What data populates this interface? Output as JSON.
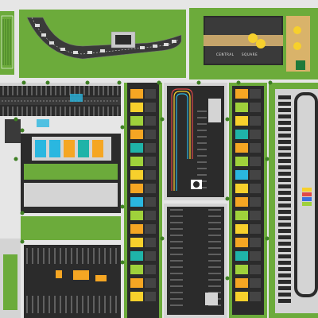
{
  "colors": {
    "background": "#e6e6e6",
    "grass": "#6cab3b",
    "grass_dark": "#4f8a2a",
    "asphalt": "#2b2b2b",
    "asphalt_light": "#3a3a3a",
    "concrete": "#d4d4d4",
    "stripe": "#ffffff",
    "orange": "#f5a623",
    "yellow": "#f7d02c",
    "teal": "#1fb3a8",
    "cyan": "#2ab7e0",
    "lime": "#9fd13b",
    "red": "#e04848",
    "blue": "#3a6ee0"
  },
  "plaza": {
    "label_left": "CENTRAL",
    "label_right": "SQUARE"
  },
  "icons": [
    "dolphin-mural",
    "shell-mural",
    "panda-mural",
    "car-marker",
    "tree"
  ]
}
